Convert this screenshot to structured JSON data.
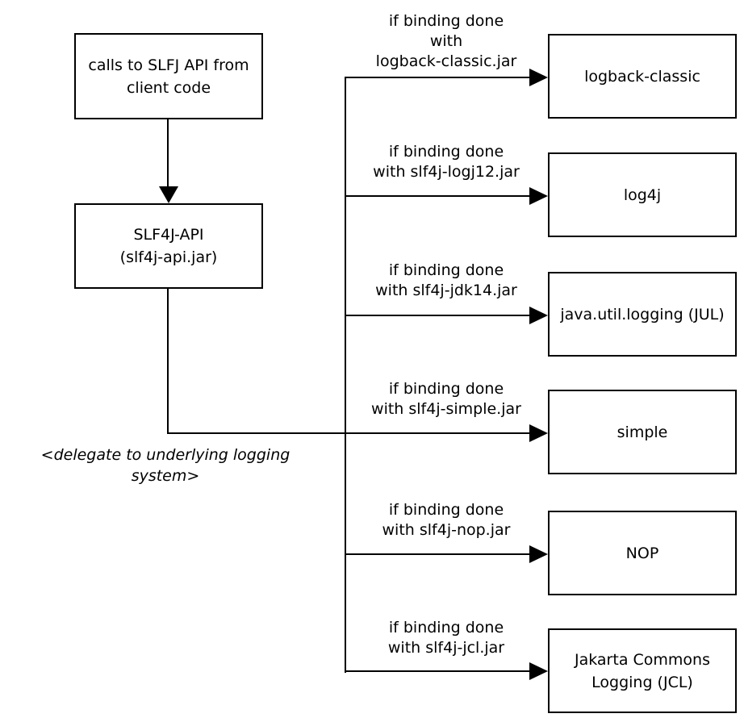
{
  "diagram": {
    "colors": {
      "background": "#ffffff",
      "line": "#000000",
      "text": "#000000"
    },
    "client_box": {
      "line1": "calls to SLFJ API from",
      "line2": "client code"
    },
    "api_box": {
      "line1": "SLF4J-API",
      "line2": "(slf4j-api.jar)"
    },
    "caption": {
      "line1": "<delegate to underlying logging",
      "line2": "system>"
    },
    "bindings": [
      {
        "condition": [
          "if binding done",
          "with",
          "logback-classic.jar"
        ],
        "target": "logback-classic"
      },
      {
        "condition": [
          "if binding done",
          "with slf4j-logj12.jar"
        ],
        "target": "log4j"
      },
      {
        "condition": [
          "if binding done",
          "with slf4j-jdk14.jar"
        ],
        "target": "java.util.logging (JUL)"
      },
      {
        "condition": [
          "if binding done",
          "with slf4j-simple.jar"
        ],
        "target": "simple"
      },
      {
        "condition": [
          "if binding done",
          "with slf4j-nop.jar"
        ],
        "target": "NOP"
      },
      {
        "condition": [
          "if binding done",
          "with slf4j-jcl.jar"
        ],
        "target": "Jakarta Commons Logging (JCL)"
      }
    ]
  }
}
